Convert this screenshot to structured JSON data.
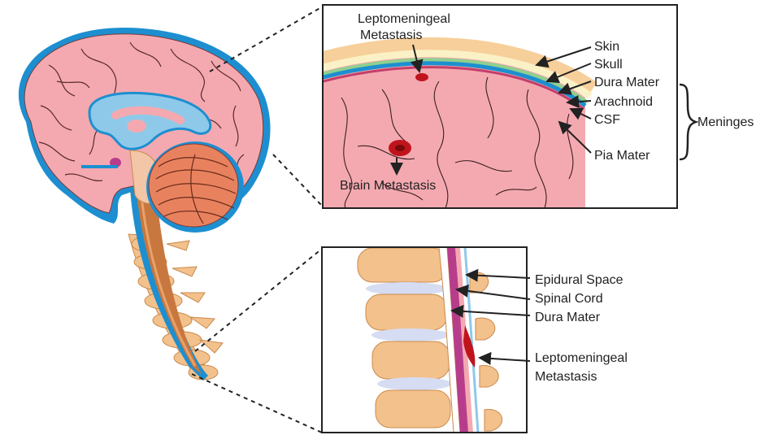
{
  "top_inset": {
    "leptomeningeal_line1": "Leptomeningeal",
    "leptomeningeal_line2": "Metastasis",
    "brain_metastasis": "Brain Metastasis",
    "layers": {
      "skin": "Skin",
      "skull": "Skull",
      "dura_mater": "Dura Mater",
      "arachnoid": "Arachnoid",
      "csf": "CSF",
      "pia_mater": "Pia Mater"
    },
    "meninges": "Meninges"
  },
  "bottom_inset": {
    "epidural_space": "Epidural Space",
    "spinal_cord": "Spinal Cord",
    "dura_mater": "Dura Mater",
    "leptomeningeal_line1": "Leptomeningeal",
    "leptomeningeal_line2": "Metastasis"
  },
  "colors": {
    "brain_pink": "#f4a9b0",
    "ventricle_blue": "#8ec9ea",
    "csf_blue": "#1d8fd0",
    "cerebellum_orange": "#e8825e",
    "vertebra_tan": "#f3c18c",
    "metastasis_red": "#c0141c"
  }
}
